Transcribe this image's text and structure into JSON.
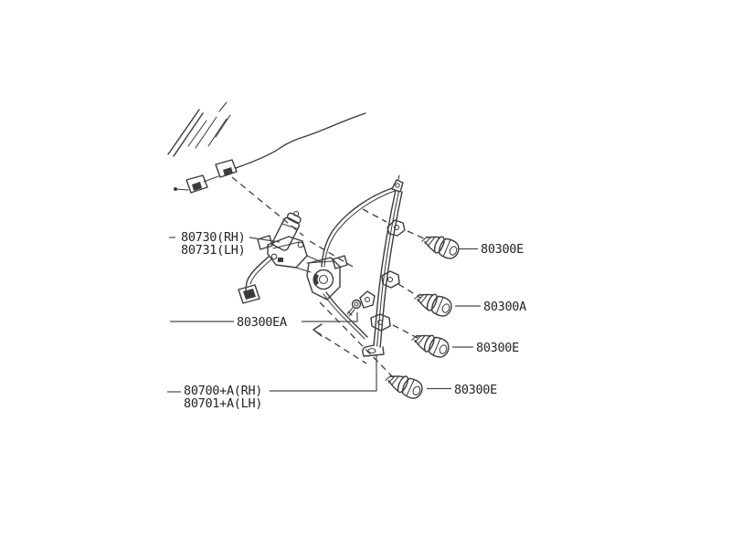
{
  "page": {
    "background_color": "#ffffff",
    "line_color": "#3c3c3c",
    "text_color": "#242424",
    "diagram_type": "exploded-parts-line-drawing"
  },
  "diagram": {
    "callouts": {
      "motor": {
        "line1": "80730(RH)",
        "line2": "80731(LH)"
      },
      "screw": {
        "text": "80300EA"
      },
      "regulator": {
        "line1": "80700+A(RH)",
        "line2": "80701+A(LH)"
      },
      "bolt_top": {
        "text": "80300E"
      },
      "bolt_middle": {
        "text": "80300A"
      },
      "bolt_lower": {
        "text": "80300E"
      },
      "bolt_bottom": {
        "text": "80300E"
      }
    }
  }
}
